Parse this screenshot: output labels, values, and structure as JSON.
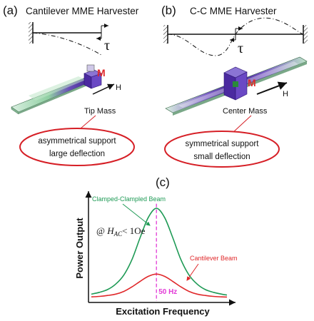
{
  "panel_a": {
    "letter": "(a)",
    "title": "Cantilever MME Harvester",
    "tau": "τ",
    "mass_label": "Tip Mass",
    "magnet_label": "M",
    "field_label": "H",
    "bubble_line1": "asymmetrical support",
    "bubble_line2": "large deflection"
  },
  "panel_b": {
    "letter": "(b)",
    "title": "C-C MME Harvester",
    "tau": "τ",
    "mass_label": "Center Mass",
    "magnet_label": "M",
    "field_label": "H",
    "bubble_line1": "symmetrical support",
    "bubble_line2": "small deflection"
  },
  "panel_c": {
    "letter": "(c)",
    "annotation_prefix": "@ ",
    "annotation_var": "H",
    "annotation_sub": "AC",
    "annotation_rest": "< 1Oe",
    "freq_marker": "50 Hz"
  },
  "colors": {
    "green": "#1e9a55",
    "red": "#e0282a",
    "magenta": "#e23ad6",
    "purple": "#5a2aa8",
    "beam_green": "#a6d8b2",
    "bubble_red": "#d61f26"
  },
  "chart_data": {
    "type": "line",
    "xlabel": "Excitation Frequency",
    "ylabel": "Power Output",
    "x": [
      0.0,
      0.06,
      0.12,
      0.18,
      0.24,
      0.3,
      0.36,
      0.42,
      0.48,
      0.54,
      0.6,
      0.66,
      0.72,
      0.78,
      0.84,
      0.9,
      0.96,
      1.0
    ],
    "series": [
      {
        "name": "Clamped-Clampled Beam",
        "color": "#1e9a55",
        "values": [
          0.06,
          0.08,
          0.11,
          0.17,
          0.27,
          0.44,
          0.68,
          0.9,
          1.0,
          0.9,
          0.68,
          0.44,
          0.27,
          0.17,
          0.11,
          0.08,
          0.06,
          0.05
        ]
      },
      {
        "name": "Cantilever Beam",
        "color": "#e0282a",
        "values": [
          0.03,
          0.035,
          0.045,
          0.06,
          0.09,
          0.14,
          0.2,
          0.255,
          0.28,
          0.255,
          0.2,
          0.14,
          0.09,
          0.06,
          0.045,
          0.035,
          0.03,
          0.028
        ]
      }
    ],
    "resonance_x": 0.48,
    "resonance_label": "50 Hz",
    "grid": false,
    "legend": "callout labels"
  }
}
